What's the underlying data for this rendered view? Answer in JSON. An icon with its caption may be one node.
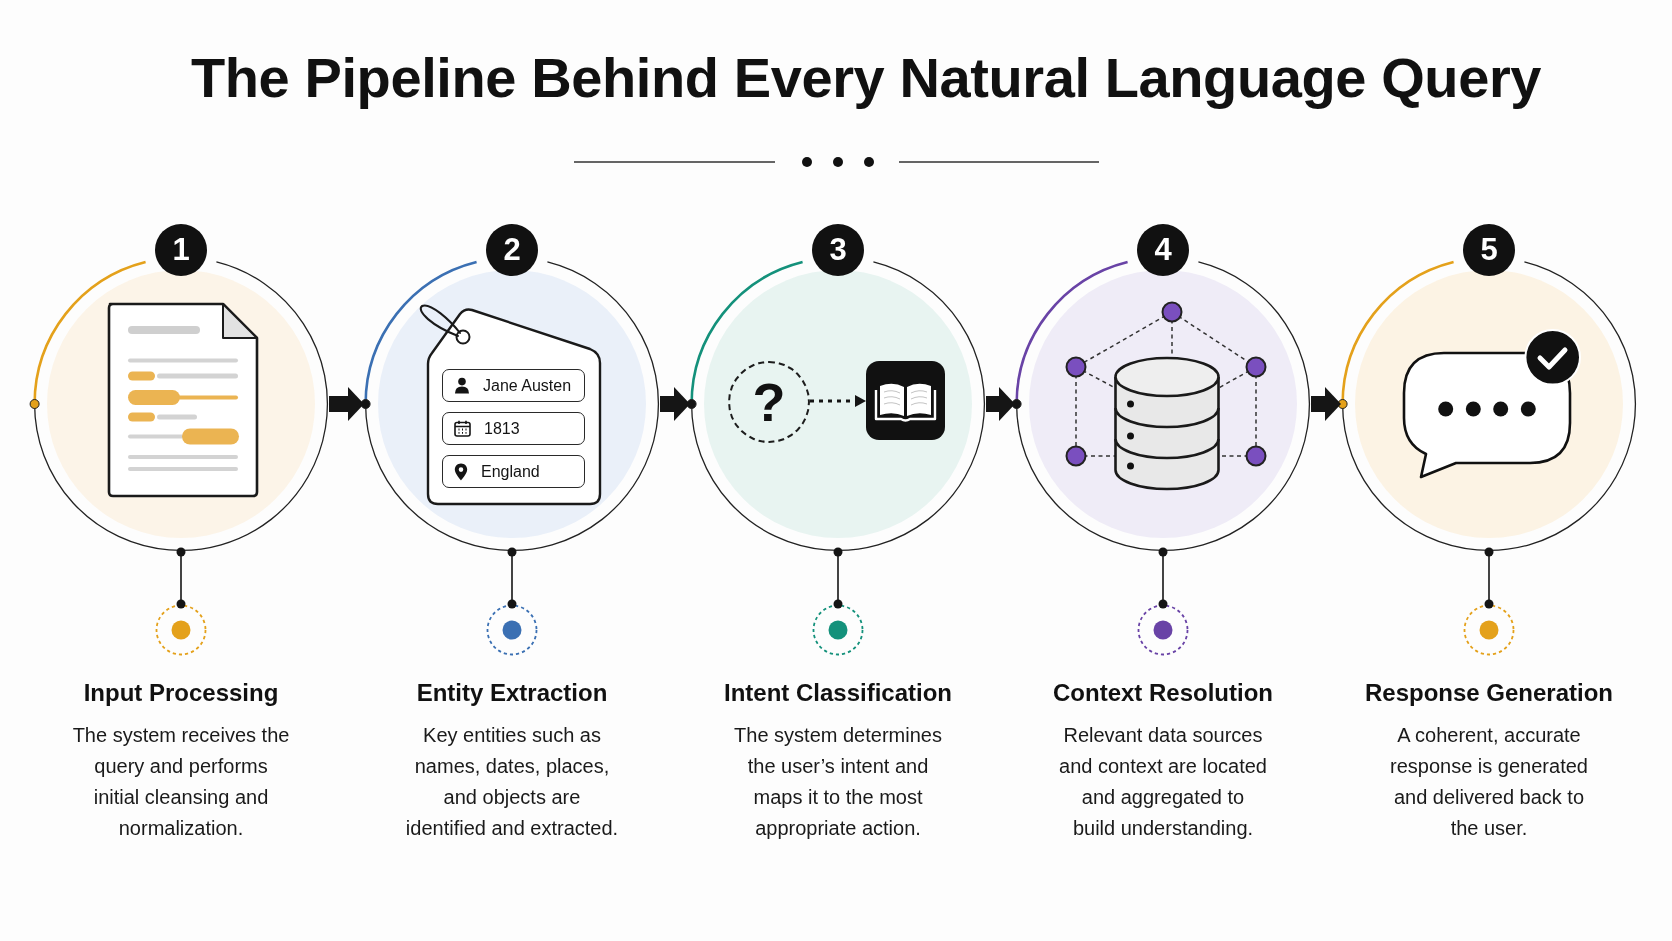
{
  "diagram": {
    "title": "The Pipeline Behind Every Natural Language Query",
    "nodes": [
      {
        "text": [
          "1"
        ]
      },
      {
        "text": [
          "2"
        ]
      },
      {
        "text": [
          "Jane Austen"
        ],
        "in": 1
      },
      {
        "text": [
          "1813"
        ],
        "in": 1
      },
      {
        "text": [
          "England"
        ],
        "in": 1
      },
      {
        "text": [
          "3"
        ]
      },
      {
        "text": [
          "?"
        ],
        "in": 5
      },
      {
        "text": [],
        "shape": "picture",
        "in": 5
      },
      {
        "text": [
          "4"
        ]
      },
      {
        "text": [
          "5"
        ]
      },
      {
        "text": [],
        "shape": "circle",
        "beside": [
          "Input Processing",
          "The system receives the query and performs initial cleansing and normalization."
        ]
      },
      {
        "text": [],
        "shape": "circle",
        "beside": [
          "Entity Extraction",
          "Key entities such as names, dates, places, and objects are identified and extracted."
        ]
      },
      {
        "text": [],
        "shape": "circle",
        "beside": [
          "Intent Classification",
          "The system determines the user’s intent and maps it to the most appropriate action."
        ]
      },
      {
        "text": [],
        "shape": "circle",
        "beside": [
          "Context Resolution",
          "Relevant data sources and context are located and aggregated to build understanding."
        ]
      },
      {
        "text": [],
        "shape": "circle",
        "beside": [
          "Response Generation",
          "A coherent, accurate response is generated and delivered back to the user."
        ]
      }
    ],
    "edges": [
      {
        "from": 0,
        "to": 1,
        "arrow": "to",
        "style": "thick"
      },
      {
        "from": 1,
        "to": 5,
        "arrow": "to",
        "style": "thick"
      },
      {
        "from": 5,
        "to": 8,
        "arrow": "to",
        "style": "thick"
      },
      {
        "from": 8,
        "to": 9,
        "arrow": "to",
        "style": "thick"
      },
      {
        "from": 6,
        "to": 7,
        "arrow": "to",
        "style": "dashed"
      },
      {
        "from": 0,
        "to": 10,
        "arrow": "other"
      },
      {
        "from": 1,
        "to": 11,
        "arrow": "other"
      },
      {
        "from": 5,
        "to": 12,
        "arrow": "other"
      },
      {
        "from": 8,
        "to": 13,
        "arrow": "other"
      },
      {
        "from": 9,
        "to": 14,
        "arrow": "other"
      }
    ]
  }
}
